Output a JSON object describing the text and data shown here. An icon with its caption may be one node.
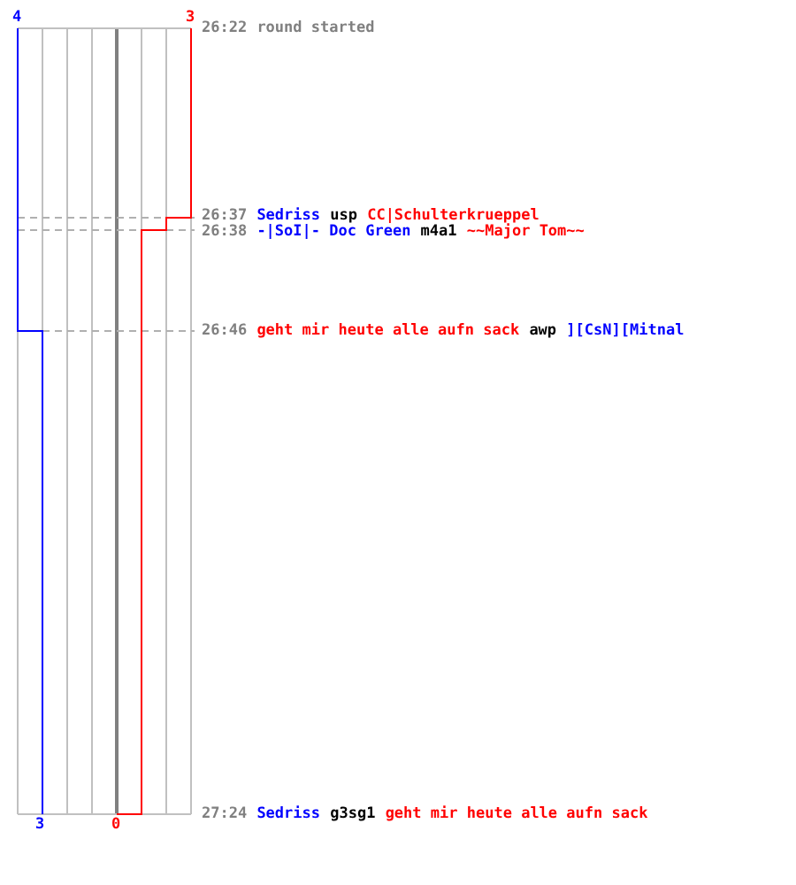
{
  "diagram": {
    "labels": [
      "4",
      "3",
      "26:22",
      "round started",
      "26:37",
      "Sedriss",
      "usp",
      "CC|Schulterkrueppel",
      "26:38",
      "-|SoI|- Doc Green",
      "m4a1",
      "~~Major Tom~~",
      "26:46",
      "geht mir heute alle aufn sack",
      "awp",
      "][CsN][Mitnal",
      "27:24",
      "Sedriss",
      "g3sg1",
      "geht mir heute alle aufn sack",
      "3",
      "0"
    ]
  }
}
